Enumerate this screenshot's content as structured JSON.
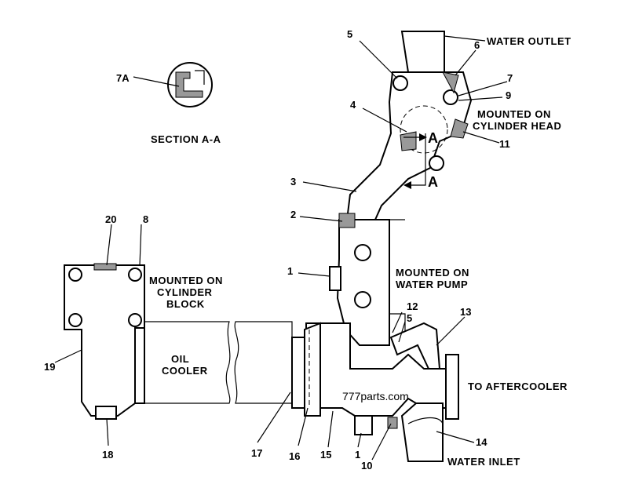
{
  "annotations": {
    "water_outlet": "WATER OUTLET",
    "mounted_on": "MOUNTED ON",
    "cylinder_head": "CYLINDER HEAD",
    "section_title": "SECTION A-A",
    "section_marker": "A",
    "water_pump": "WATER PUMP",
    "cylinder_block": "CYLINDER",
    "block": "BLOCK",
    "oil": "OIL",
    "cooler": "COOLER",
    "to_aftercooler": "TO AFTERCOOLER",
    "water_inlet": "WATER INLET",
    "watermark": "777parts.com"
  },
  "callouts": {
    "c1": "1",
    "c2": "2",
    "c3": "3",
    "c4": "4",
    "c5": "5",
    "c6": "6",
    "c7": "7",
    "c7a": "7A",
    "c8": "8",
    "c9": "9",
    "c10": "10",
    "c11": "11",
    "c12": "12",
    "c13": "13",
    "c14": "14",
    "c15": "15",
    "c16": "16",
    "c17": "17",
    "c18": "18",
    "c19": "19",
    "c20": "20"
  }
}
